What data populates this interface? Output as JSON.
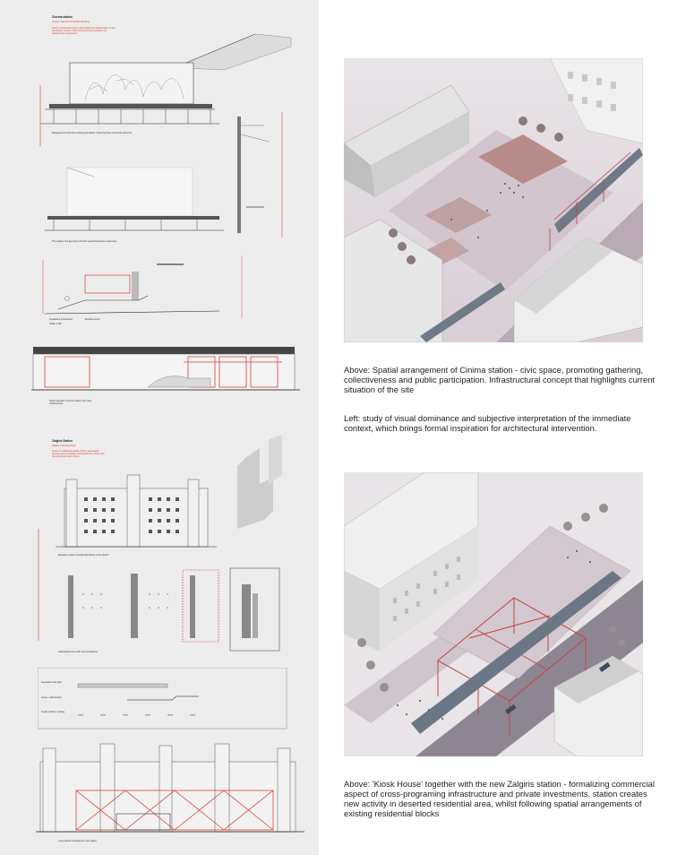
{
  "left": {
    "top_section": {
      "heading": "Cinema station",
      "subheading": "Vilnius / Sand Bank Modern Building",
      "intro_lines": [
        "Study of visual dominance and subjective interpretation of the",
        "immediate context, which brings formal inspiration for",
        "architectural intervention"
      ],
      "note_a": "Designed and built the existing foundation, featuring three structural elements",
      "note_b": "The station roof geometry that the supporting beams mark long",
      "note_c": "Qualitative intersection",
      "note_d": "Scale 1:100",
      "note_e": "Entrance level",
      "note_f": "Street elevation Cinema station with new infrastructure"
    },
    "bottom_section": {
      "heading": "Zalgiris Station",
      "subheading": "Zalgiris / Housing block",
      "intro_lines": [
        "Study of residential facade rhythm and spatial",
        "arrangement of existing housing blocks, which form",
        "the proposed station frame"
      ],
      "note_a": "Elevation study of residential blocks in the district",
      "note_b": "Vertical elements with served distance",
      "note_c": "Separation line light",
      "note_d": "Green / wall division",
      "note_e": "Linear rooftop / roofing",
      "note_f": "Long section showing the new station"
    }
  },
  "captions": {
    "cinema_above": "Above: Spatial arrangement of Cinima station - civic space, promoting gathering, collectiveness and public participation. Infrastructural concept that highlights current situation of the site",
    "cinema_left": "Left: study of visual dominance and subjective interpretation of the immediate context, which brings formal inspiration for architectural intervention.",
    "kiosk_above": "Above: 'Kiosk House' together with the new Zalgiris station - formalizing commercial aspect of cross-programing infrastructure and private investments, station creates new activity in deserted residential area, whilst following spatial arrangements of existing residential blocks"
  },
  "colors": {
    "accent_red": "#d8412f",
    "line_dark": "#333333",
    "panel_grey": "#ececec",
    "render_lilac": "#cfc3cb"
  }
}
